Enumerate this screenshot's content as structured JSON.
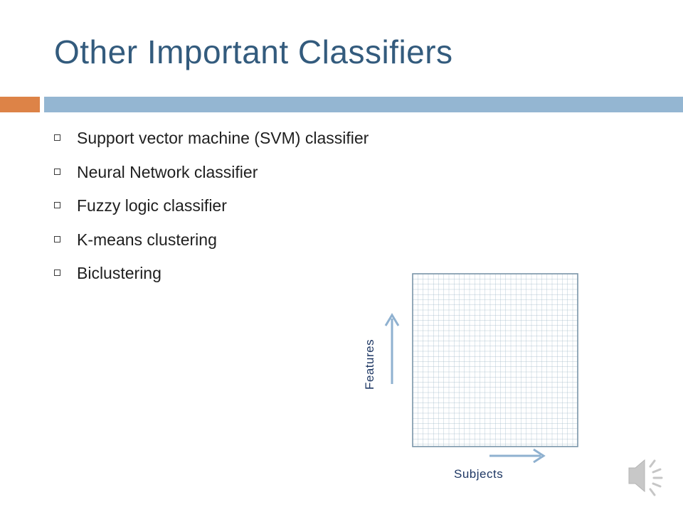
{
  "slide": {
    "title": "Other Important Classifiers",
    "bullets": [
      "Support vector machine (SVM) classifier",
      "Neural Network classifier",
      "Fuzzy logic classifier",
      "K-means clustering",
      "Biclustering"
    ]
  },
  "figure": {
    "vertical_label": "Features",
    "horizontal_label": "Subjects",
    "grid_color": "#9fb7c8",
    "border_color": "#7a94a8",
    "arrow_color": "#8fb1d0"
  },
  "colors": {
    "title": "#335b7d",
    "accent_bar": "#dd8347",
    "main_bar": "#94b6d2"
  },
  "icons": {
    "bullet": "hollow-square-icon",
    "audio": "speaker-icon"
  }
}
